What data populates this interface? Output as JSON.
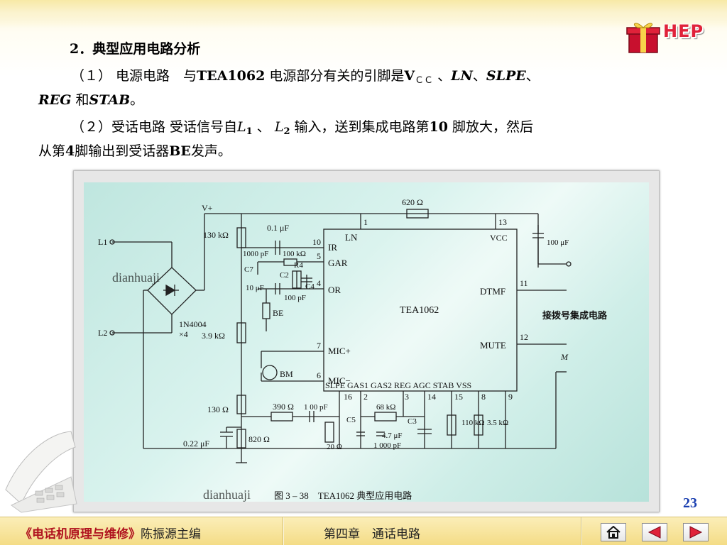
{
  "logo": {
    "text": "HEP"
  },
  "content": {
    "heading": "2．典型应用电路分析",
    "item1_prefix": "（１） 电源电路　与",
    "item1_chip": "TEA1062",
    "item1_mid": " 电源部分有关的引脚是",
    "item1_vcc": "V",
    "item1_vcc_sub": "ＣＣ",
    "item1_sep1": " 、",
    "item1_ln": "LN",
    "item1_sep2": "、",
    "item1_slpe": "SLPE",
    "item1_sep3": "、",
    "item1_reg": "REG",
    "item1_and": " 和",
    "item1_stab": "STAB",
    "item1_end": "。",
    "item2_prefix": "（２）受话电路  受话信号自",
    "item2_l1": "L",
    "item2_l1_sub": "1",
    "item2_sep": " 、 ",
    "item2_l2": "L",
    "item2_l2_sub": "2",
    "item2_mid": " 输入，送到集成电路第",
    "item2_pin": "10",
    "item2_end1": " 脚放大，然后",
    "item2_line2_a": "从第",
    "item2_pin2": "4",
    "item2_line2_b": "脚输出到受话器",
    "item2_be": "BE",
    "item2_line2_c": "发声。"
  },
  "figure": {
    "caption": "图 3 – 38　TEA1062 典型应用电路",
    "watermark": "dianhuaji",
    "chip_name": "TEA1062",
    "dialer_label": "接拨号集成电路",
    "left_pins": [
      {
        "num": "10",
        "name": "IR"
      },
      {
        "num": "5",
        "name": "GAR"
      },
      {
        "num": "4",
        "name": "OR"
      },
      {
        "num": "7",
        "name": "MIC+"
      },
      {
        "num": "6",
        "name": "MIC−"
      }
    ],
    "top_pins": [
      {
        "num": "1",
        "name": "LN"
      },
      {
        "num": "13",
        "name": "VCC"
      }
    ],
    "right_pins": [
      {
        "num": "11",
        "name": "DTMF"
      },
      {
        "num": "12",
        "name": "MUTE"
      }
    ],
    "bottom_pins": [
      {
        "num": "16"
      },
      {
        "num": "2"
      },
      {
        "num": "3"
      },
      {
        "num": "14"
      },
      {
        "num": "15"
      },
      {
        "num": "8"
      },
      {
        "num": "9"
      }
    ],
    "bottom_labels": "SLPE   GAS1 GAS2  REG  AGC  STAB  VSS",
    "components": {
      "R1": "620 Ω",
      "R2": "130 kΩ",
      "C6": "0.1 μF",
      "C_1000": "1000 pF",
      "R_100k": "100 kΩ",
      "C7": "C7",
      "C2": "C2",
      "R4": "R4",
      "C4": "C4",
      "C_10u": "10 μF",
      "C_100p": "100 pF",
      "BE": "BE",
      "BM": "BM",
      "D": "1N4004",
      "D_count": "×4",
      "R3": "3.9 kΩ",
      "R11": "130 Ω",
      "R8": "390 Ω",
      "C_100p2": "1 00 pF",
      "C5": "C5",
      "R7": "68 kΩ",
      "C3": "C3",
      "R9": "20 Ω",
      "C8": "4.7 μF",
      "C8b": "1 000 pF",
      "R6": "110 kΩ",
      "R5": "3.5 kΩ",
      "C9": "0.22 μF",
      "R12": "820 Ω",
      "C1": "100 μF",
      "Vplus": "V+",
      "L1": "L1",
      "L2": "L2",
      "M": "M"
    }
  },
  "page_number": "23",
  "footer": {
    "book_title": "《电话机原理与维修》",
    "editor": "陈振源主编",
    "chapter": "第四章　通话电路"
  },
  "colors": {
    "accent_red": "#b0131f",
    "nav_red": "#e0223a",
    "page_blue": "#1a3fb0"
  }
}
